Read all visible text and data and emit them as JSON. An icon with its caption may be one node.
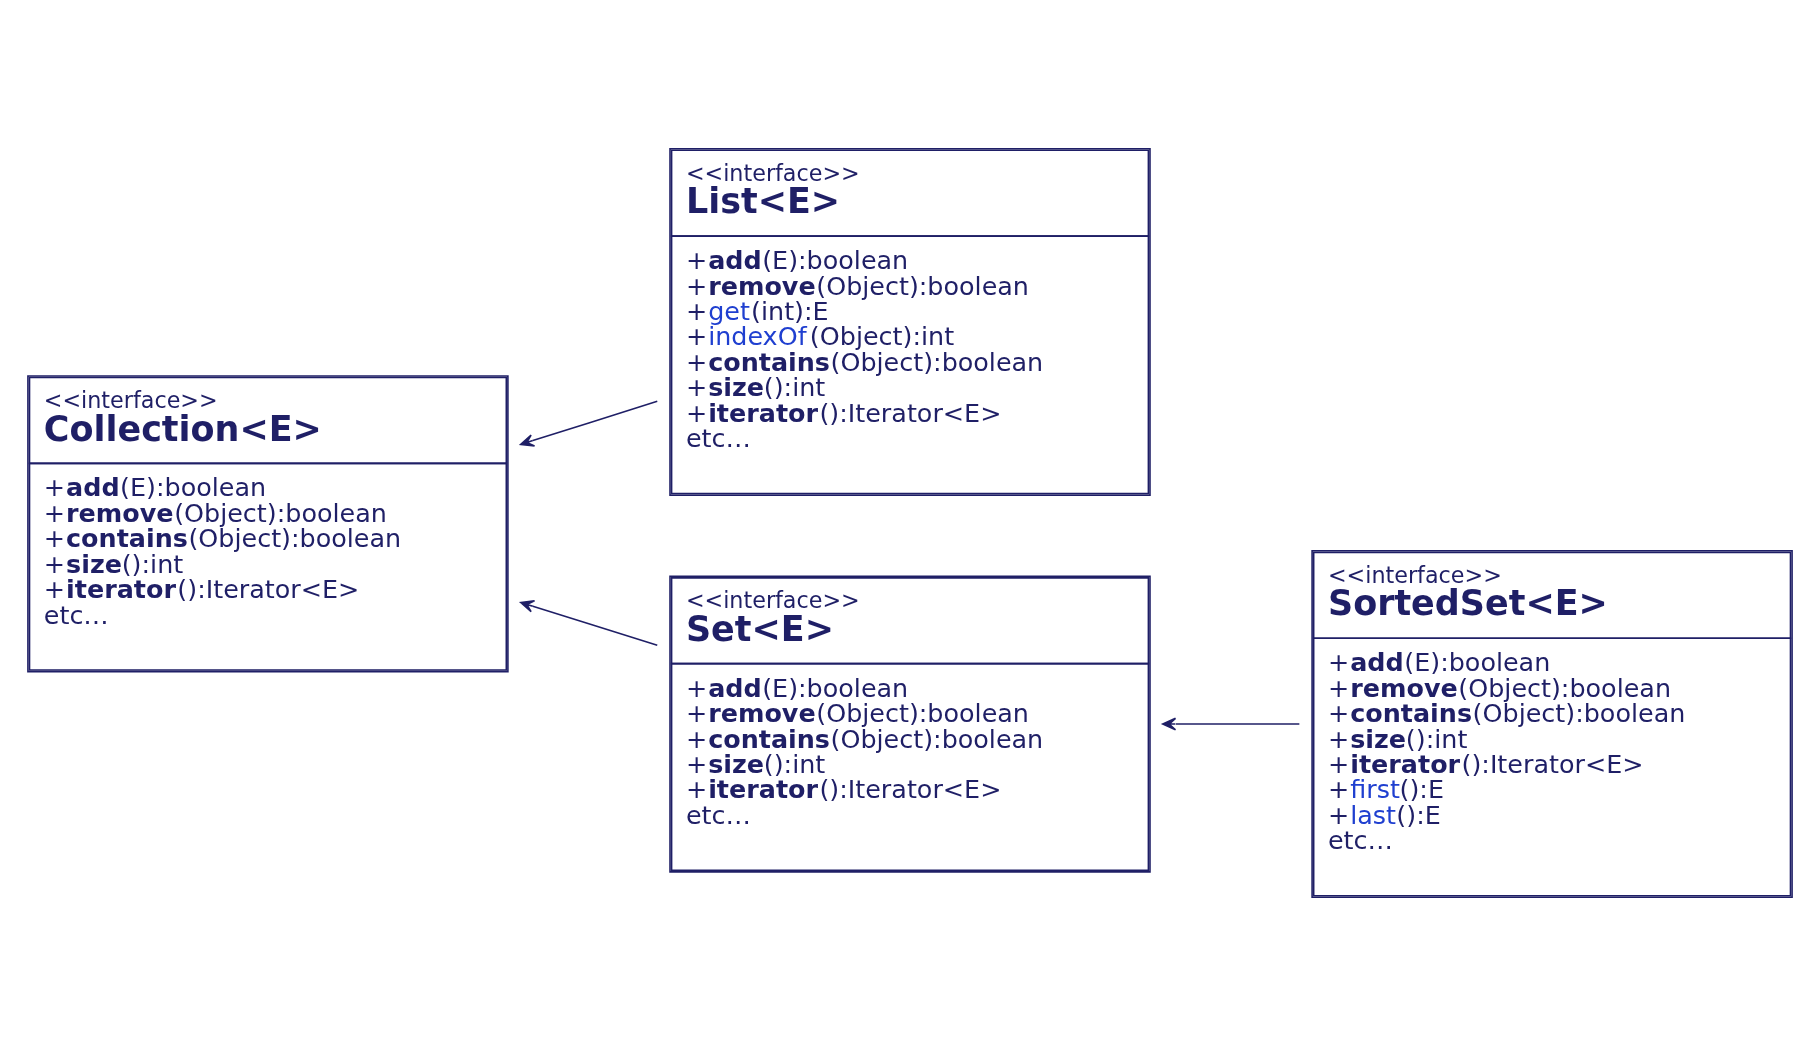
{
  "diagram": {
    "nodes": [
      {
        "text": [
          "<<interface>>",
          "Collection<E>",
          "+**add**(E):boolean",
          "+**remove**(Object):boolean",
          "+**contains**(Object):boolean",
          "+**size**():int",
          "+**iterator**():Iterator<E>",
          "etc…"
        ]
      },
      {
        "text": [
          "<<interface>>",
          "List<E>",
          "+**add**(E):boolean",
          "+**remove**(Object):boolean",
          "+get(int):E",
          "+indexOf(Object):int",
          "+**contains**(Object):boolean",
          "+**size**():int",
          "+**iterator**():Iterator<E>",
          "etc…"
        ]
      },
      {
        "text": [
          "<<interface>>",
          "Set<E>",
          "+**add**(E):boolean",
          "+**remove**(Object):boolean",
          "+**contains**(Object):boolean",
          "+**size**():int",
          "+**iterator**():Iterator<E>",
          "etc…"
        ]
      },
      {
        "text": [
          "<<interface>>",
          "SortedSet<E>",
          "+**add**(E):boolean",
          "+**remove**(Object):boolean",
          "+**contains**(Object):boolean",
          "+**size**():int",
          "+**iterator**():Iterator<E>",
          "+first():E",
          "+last():E",
          "etc…"
        ]
      }
    ],
    "edges": [
      {
        "from": 1,
        "to": 0,
        "arrow": "to"
      },
      {
        "from": 2,
        "to": 0,
        "arrow": "to"
      },
      {
        "from": 3,
        "to": 2,
        "arrow": "to"
      }
    ]
  }
}
